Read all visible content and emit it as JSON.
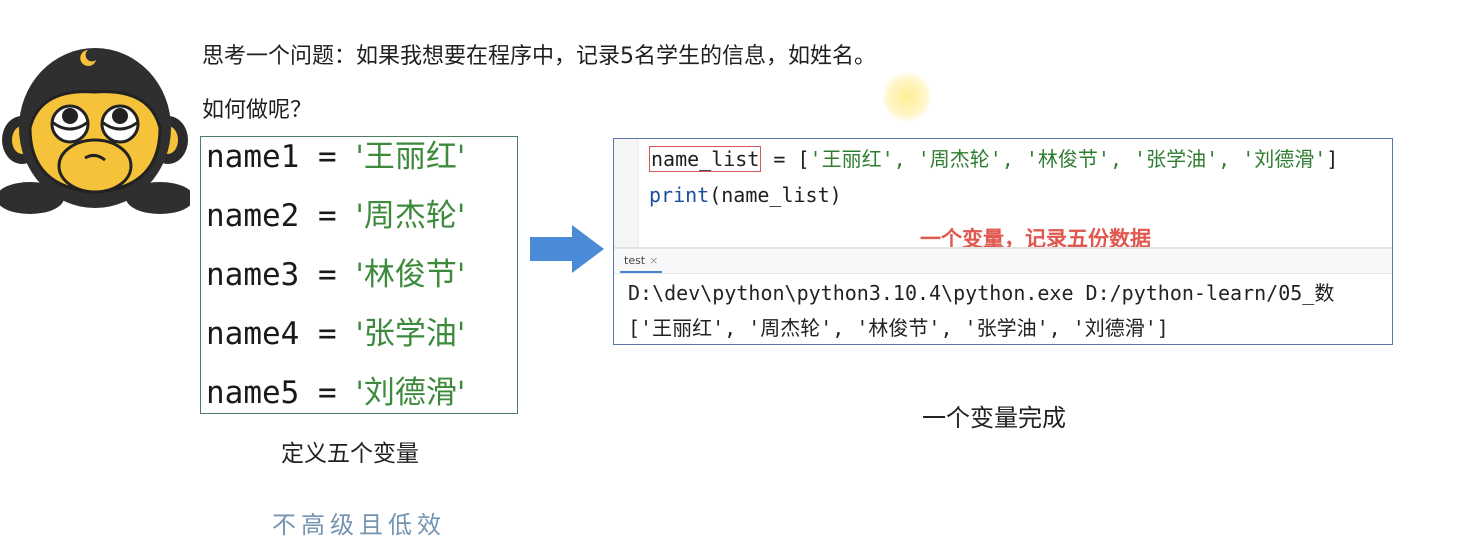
{
  "slide": {
    "question": "思考一个问题：如果我想要在程序中，记录5名学生的信息，如姓名。",
    "how": "如何做呢？"
  },
  "left_code": {
    "lines": [
      {
        "var": "name1",
        "op": " = ",
        "value": "'王丽红'"
      },
      {
        "var": "name2",
        "op": " = ",
        "value": "'周杰轮'"
      },
      {
        "var": "name3",
        "op": " = ",
        "value": "'林俊节'"
      },
      {
        "var": "name4",
        "op": " = ",
        "value": "'张学油'"
      },
      {
        "var": "name5",
        "op": " = ",
        "value": "'刘德滑'"
      }
    ],
    "caption": "定义五个变量",
    "verdict": "不高级且低效"
  },
  "ide": {
    "line1": {
      "var": "name_list",
      "rest": " = [",
      "items": "'王丽红', '周杰轮', '林俊节', '张学油', '刘德滑'",
      "close": "]"
    },
    "line2": {
      "func": "print",
      "args": "(name_list)"
    },
    "annotation": "一个变量，记录五份数据",
    "run_tab": "test",
    "output": [
      "D:\\dev\\python\\python3.10.4\\python.exe D:/python-learn/05_数",
      "['王丽红', '周杰轮', '林俊节', '张学油', '刘德滑']"
    ],
    "caption": "一个变量完成"
  },
  "colors": {
    "string_green": "#3d8a3d",
    "annotation_red": "#e0584f",
    "arrow_blue": "#4a8ad6",
    "verdict_blue": "#7594b2"
  },
  "icons": {
    "mascot": "monkey-mascot-icon",
    "arrow": "right-arrow-icon",
    "close": "close-icon"
  }
}
